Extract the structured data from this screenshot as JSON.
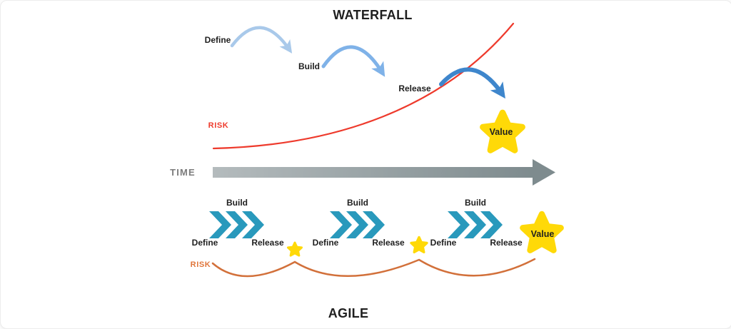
{
  "waterfall": {
    "title": "WATERFALL",
    "risk_label": "RISK",
    "step_define": "Define",
    "step_build": "Build",
    "step_release": "Release",
    "value_label": "Value"
  },
  "timeline": {
    "label": "TIME"
  },
  "agile": {
    "title": "AGILE",
    "risk_label": "RISK",
    "value_label": "Value",
    "sprints": [
      {
        "build": "Build",
        "define": "Define",
        "release": "Release"
      },
      {
        "build": "Build",
        "define": "Define",
        "release": "Release"
      },
      {
        "build": "Build",
        "define": "Define",
        "release": "Release"
      }
    ]
  },
  "colors": {
    "arrow_light_blue": "#A9C9EA",
    "arrow_medium_blue": "#7FB2E8",
    "arrow_dark_blue": "#3E86CC",
    "risk_red": "#EE3A2C",
    "risk_orange": "#D2703A",
    "star_yellow": "#FFD908",
    "chevron_teal": "#2999BC",
    "time_arrow_light": "#B4BBBD",
    "time_arrow_dark": "#7E8B8E"
  }
}
